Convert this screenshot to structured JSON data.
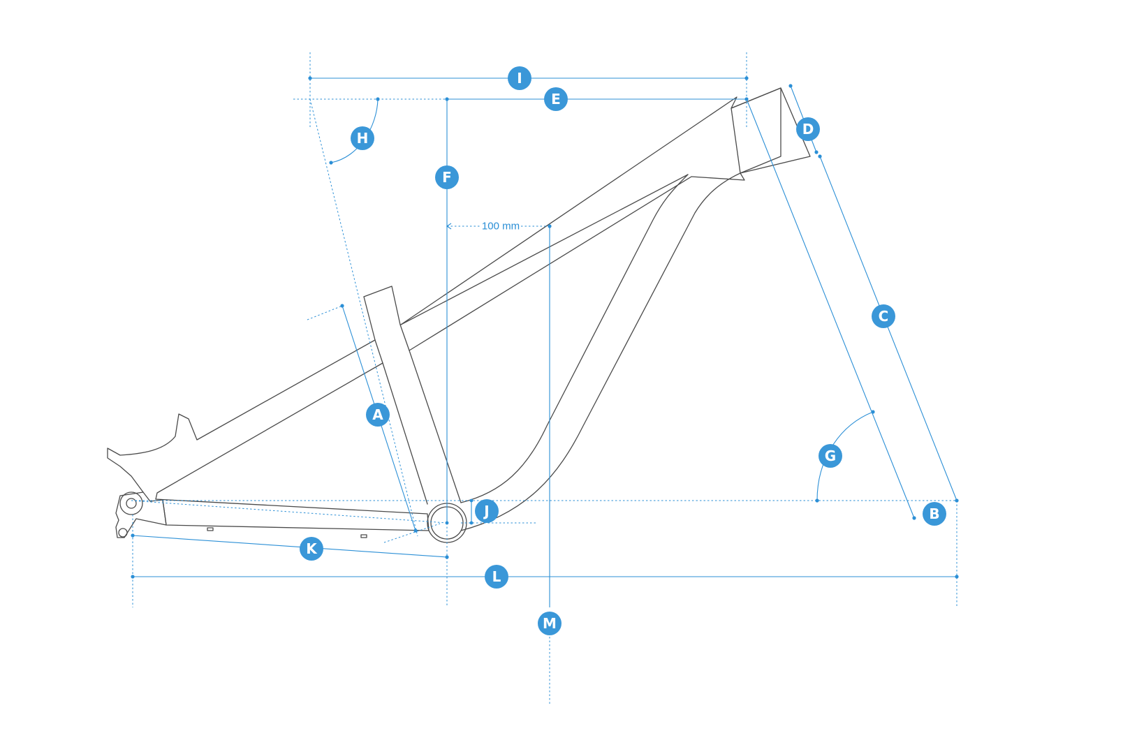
{
  "diagram": {
    "accent_color": "#3a97d8",
    "line_color": "#4a4a4a",
    "labels": {
      "A": "A",
      "B": "B",
      "C": "C",
      "D": "D",
      "E": "E",
      "F": "F",
      "G": "G",
      "H": "H",
      "I": "I",
      "J": "J",
      "K": "K",
      "L": "L",
      "M": "M"
    },
    "offset_note": "100 mm"
  }
}
